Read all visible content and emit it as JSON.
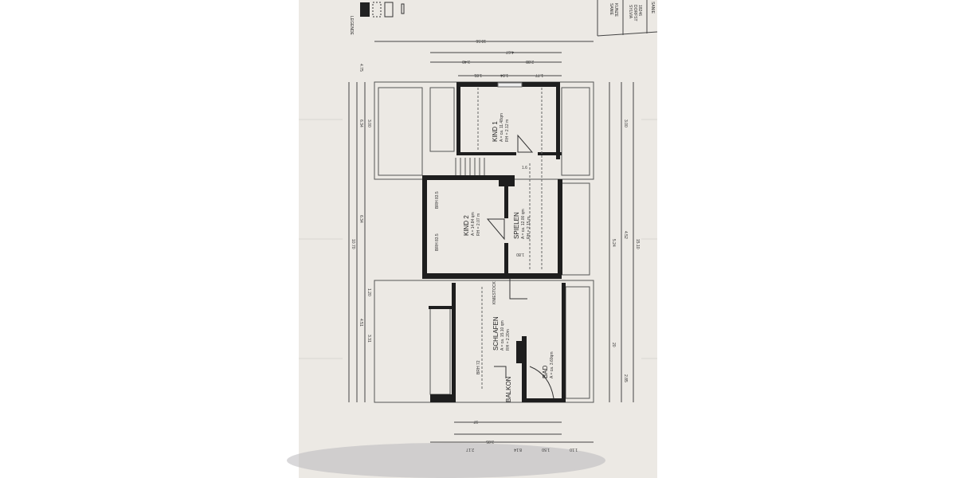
{
  "colors": {
    "paper": "#ece9e4",
    "wall": "#1e1e1e",
    "line": "#555555",
    "shadow": "#b9b8bb"
  },
  "legend": {
    "title": "LEGENDE"
  },
  "title_block": {
    "line1": "SANIE",
    "line2": "KUNZE",
    "line3": "SYLVIA",
    "line4": "DORFST",
    "line5": "18246"
  },
  "rooms": [
    {
      "name": "KIND 1",
      "area": "A = ca. 11.48qm",
      "height": "RH = 2.12 m"
    },
    {
      "name": "KIND 2",
      "area": "A = 14.84 qm",
      "height": "RH = 2.07 m"
    },
    {
      "name": "SPIELEN",
      "area": "A = ca. 12.00 qm",
      "height": "RH = 2.15 m"
    },
    {
      "name": "SCHLAFEN",
      "area": "A = ca. 15.10 qm",
      "height": "RH = 2.20m"
    },
    {
      "name": "BAD",
      "area": "A = ca. 3.60qm",
      "height": ""
    },
    {
      "name": "BALKON",
      "area": "",
      "height": ""
    }
  ],
  "notes": {
    "kniestock": "KNIESTOCK",
    "brh1": "BRH 83.5",
    "brh2": "BRH 83.5",
    "brh3": "BRH 72",
    "dim_180": "1.80",
    "dim_16": "1.6"
  },
  "dimensions": {
    "top": [
      "10.56",
      "4.67",
      "3.40",
      "2.88",
      "1.81",
      "1.04",
      "1.77"
    ],
    "left": [
      "4.75",
      "6.34",
      "10.70",
      "3.00",
      "4.51",
      "3.31",
      "1.20"
    ],
    "right": [
      "15.10",
      "4.52",
      "3.00",
      "5.24",
      "20",
      "2.85"
    ],
    "bottom": [
      "8.14",
      "3.05",
      "2.17",
      "1.10",
      "1.50",
      "97"
    ]
  }
}
